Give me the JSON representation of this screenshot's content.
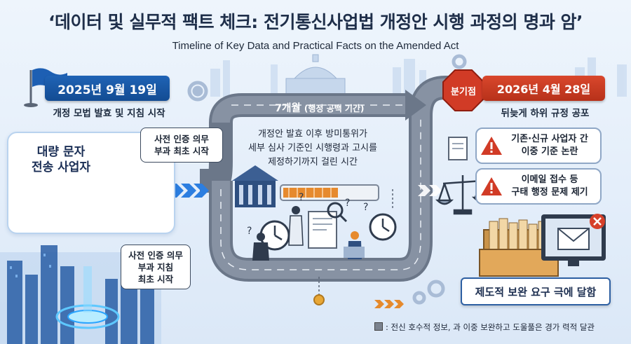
{
  "title": "‘데이터 및 실무적 팩트 체크: 전기통신사업법 개정안 시행 과정의 명과 암’",
  "subtitle": "Timeline of Key Data and Practical Facts on the Amended Act",
  "start": {
    "date": "2025년 9월 19일",
    "caption": "개정 모법 발효 및 지침 시작",
    "color": "#1a5aa8"
  },
  "end": {
    "badge": "분기점",
    "date": "2026년 4월 28일",
    "caption": "뒤늦게 하위 규정 공포",
    "color": "#c93c22"
  },
  "sender": {
    "title_line1": "대량 문자",
    "title_line2": "전송 사업자"
  },
  "bubbles": [
    {
      "line1": "사전 인증 의무",
      "line2": "부과 최초 시작"
    },
    {
      "line1": "사전 인증 의무",
      "line2": "부과 지침",
      "line3": "최초 시작"
    }
  ],
  "gap": {
    "label": "7개월",
    "note": "(행정 공백 기간)",
    "desc_line1": "개정안 발효 이후 방미통위가",
    "desc_line2": "세부 심사 기준인 시행령과 고시를",
    "desc_line3": "제정하기까지 걸린 시간"
  },
  "issues": [
    {
      "icon": "warning-icon",
      "line1": "기존·신규 사업자 간",
      "line2": "이중 기준 논란"
    },
    {
      "icon": "warning-icon",
      "line1": "이메일 접수 등",
      "line2": "구태 행정 문제 제기"
    }
  ],
  "conclusion": "제도적 보완 요구 극에 달함",
  "footnote": ": 전신 호수적 정보, 과 이중 보완하고 도울풀은 경가 력적 달관"
}
